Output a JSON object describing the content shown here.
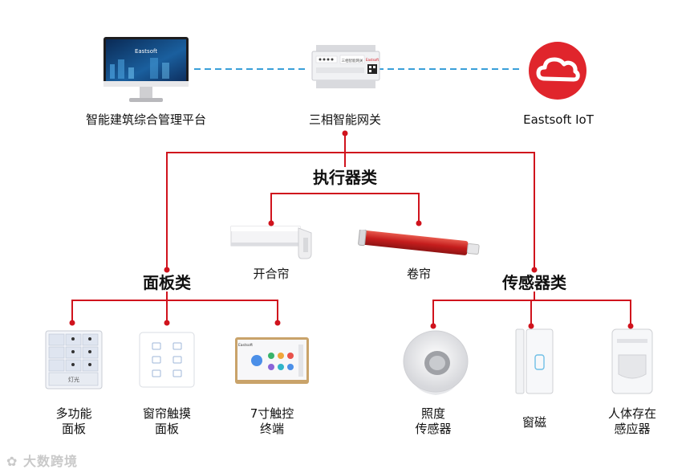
{
  "top": {
    "platform_label": "智能建筑综合管理平台",
    "platform_brand": "Eastsoft",
    "gateway_label": "三相智能网关",
    "gateway_brand": "Eastsoft",
    "gateway_screen_text": "三相智能网关",
    "cloud_label": "Eastsoft IoT"
  },
  "categories": {
    "actuators": "执行器类",
    "panels": "面板类",
    "sensors": "传感器类"
  },
  "actuators": [
    {
      "label": "开合帘"
    },
    {
      "label": "卷帘"
    }
  ],
  "panels": [
    {
      "line1": "多功能",
      "line2": "面板",
      "caption": "灯光"
    },
    {
      "line1": "窗帘触摸",
      "line2": "面板"
    },
    {
      "line1": "7寸触控",
      "line2": "终端",
      "brand": "Eastsoft"
    }
  ],
  "sensors": [
    {
      "line1": "照度",
      "line2": "传感器"
    },
    {
      "line1": "窗磁",
      "line2": ""
    },
    {
      "line1": "人体存在",
      "line2": "感应器"
    }
  ],
  "watermark": "大数跨境",
  "colors": {
    "tree_line": "#d0131d",
    "dashed_line": "#3a9fd9",
    "cloud_red": "#e0252c",
    "roller_red": "#c51d1d"
  }
}
